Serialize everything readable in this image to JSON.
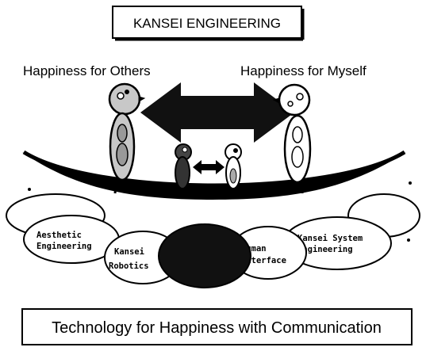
{
  "title": "KANSEI ENGINEERING",
  "labels": {
    "left": "Happiness for Others",
    "right": "Happiness for Myself"
  },
  "ellipses": [
    {
      "line1": "Aesthetic",
      "line2": "Engineering"
    },
    {
      "line1": "Kansei",
      "line2": "Robotics"
    },
    {
      "line1": "Human",
      "line2": "Interface"
    },
    {
      "line1": "Kansei System",
      "line2": "Engineering"
    }
  ],
  "footer": "Technology for Happiness with Communication"
}
